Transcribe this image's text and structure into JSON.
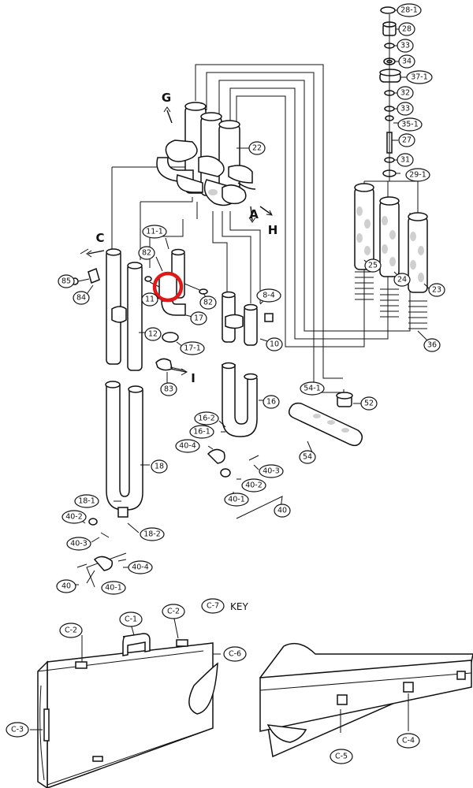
{
  "labels": {
    "p28_1": "28-1",
    "p28": "28",
    "p33a": "33",
    "p34": "34",
    "p37_1": "37-1",
    "p32": "32",
    "p33b": "33",
    "p35_1": "35-1",
    "p27": "27",
    "p31": "31",
    "p29_1": "29-1",
    "p22": "22",
    "p25": "25",
    "p24": "24",
    "p23": "23",
    "p36": "36",
    "p11_1": "11-1",
    "p82a": "82",
    "p11": "11",
    "p82b": "82",
    "p17": "17",
    "p17_1": "17-1",
    "p85": "85",
    "p84": "84",
    "p12": "12",
    "p83": "83",
    "p8_4": "8-4",
    "p10": "10",
    "p16": "16",
    "p16_2": "16-2",
    "p16_1": "16-1",
    "p40_4a": "40-4",
    "p40_3a": "40-3",
    "p40_2a": "40-2",
    "p40_1a": "40-1",
    "p40a": "40",
    "p54_1": "54-1",
    "p52": "52",
    "p54": "54",
    "p18": "18",
    "p18_1": "18-1",
    "p40_2b": "40-2",
    "p40_3b": "40-3",
    "p18_2": "18-2",
    "p40_4b": "40-4",
    "p40_1b": "40-1",
    "p40b": "40",
    "pC_7": "C-7",
    "pC_1": "C-1",
    "pC_2a": "C-2",
    "pC_2b": "C-2",
    "pC_6": "C-6",
    "pC_3": "C-3",
    "pC_5": "C-5",
    "pC_4": "C-4"
  },
  "letters": {
    "G": "G",
    "A": "A",
    "H": "H",
    "C": "C",
    "I": "I"
  },
  "key_text": "KEY",
  "colors": {
    "line": "#111111",
    "highlight": "#e01818",
    "background": "#ffffff"
  }
}
